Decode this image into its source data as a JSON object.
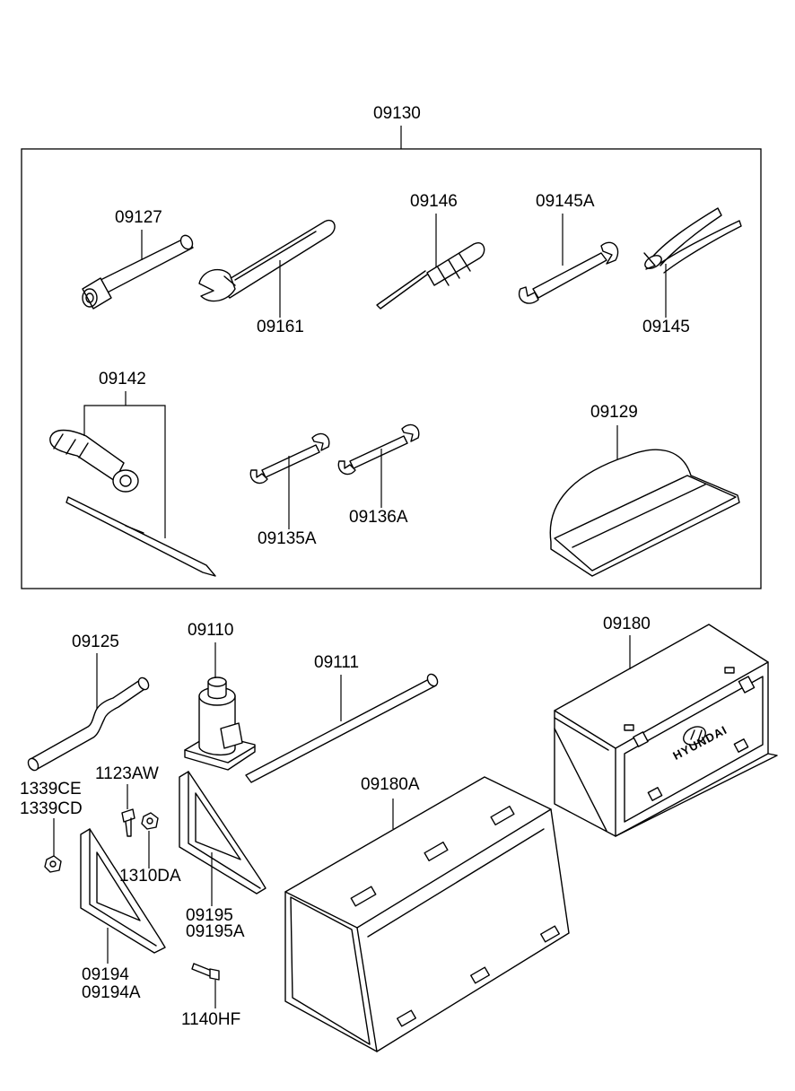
{
  "assembly_label": "09130",
  "labels": {
    "p09127": "09127",
    "p09161": "09161",
    "p09146": "09146",
    "p09145A": "09145A",
    "p09145": "09145",
    "p09142": "09142",
    "p09129": "09129",
    "p09135A": "09135A",
    "p09136A": "09136A",
    "p09125": "09125",
    "p09110": "09110",
    "p09111": "09111",
    "p09180": "09180",
    "p09180A": "09180A",
    "p1123AW": "1123AW",
    "p1339CE": "1339CE",
    "p1339CD": "1339CD",
    "p1310DA": "1310DA",
    "p09195": "09195",
    "p09195A": "09195A",
    "p09194": "09194",
    "p09194A": "09194A",
    "p1140HF": "1140HF"
  },
  "brand_text": "HYUNDAI",
  "icons": {
    "brand_logo": "hyundai-logo-icon"
  }
}
